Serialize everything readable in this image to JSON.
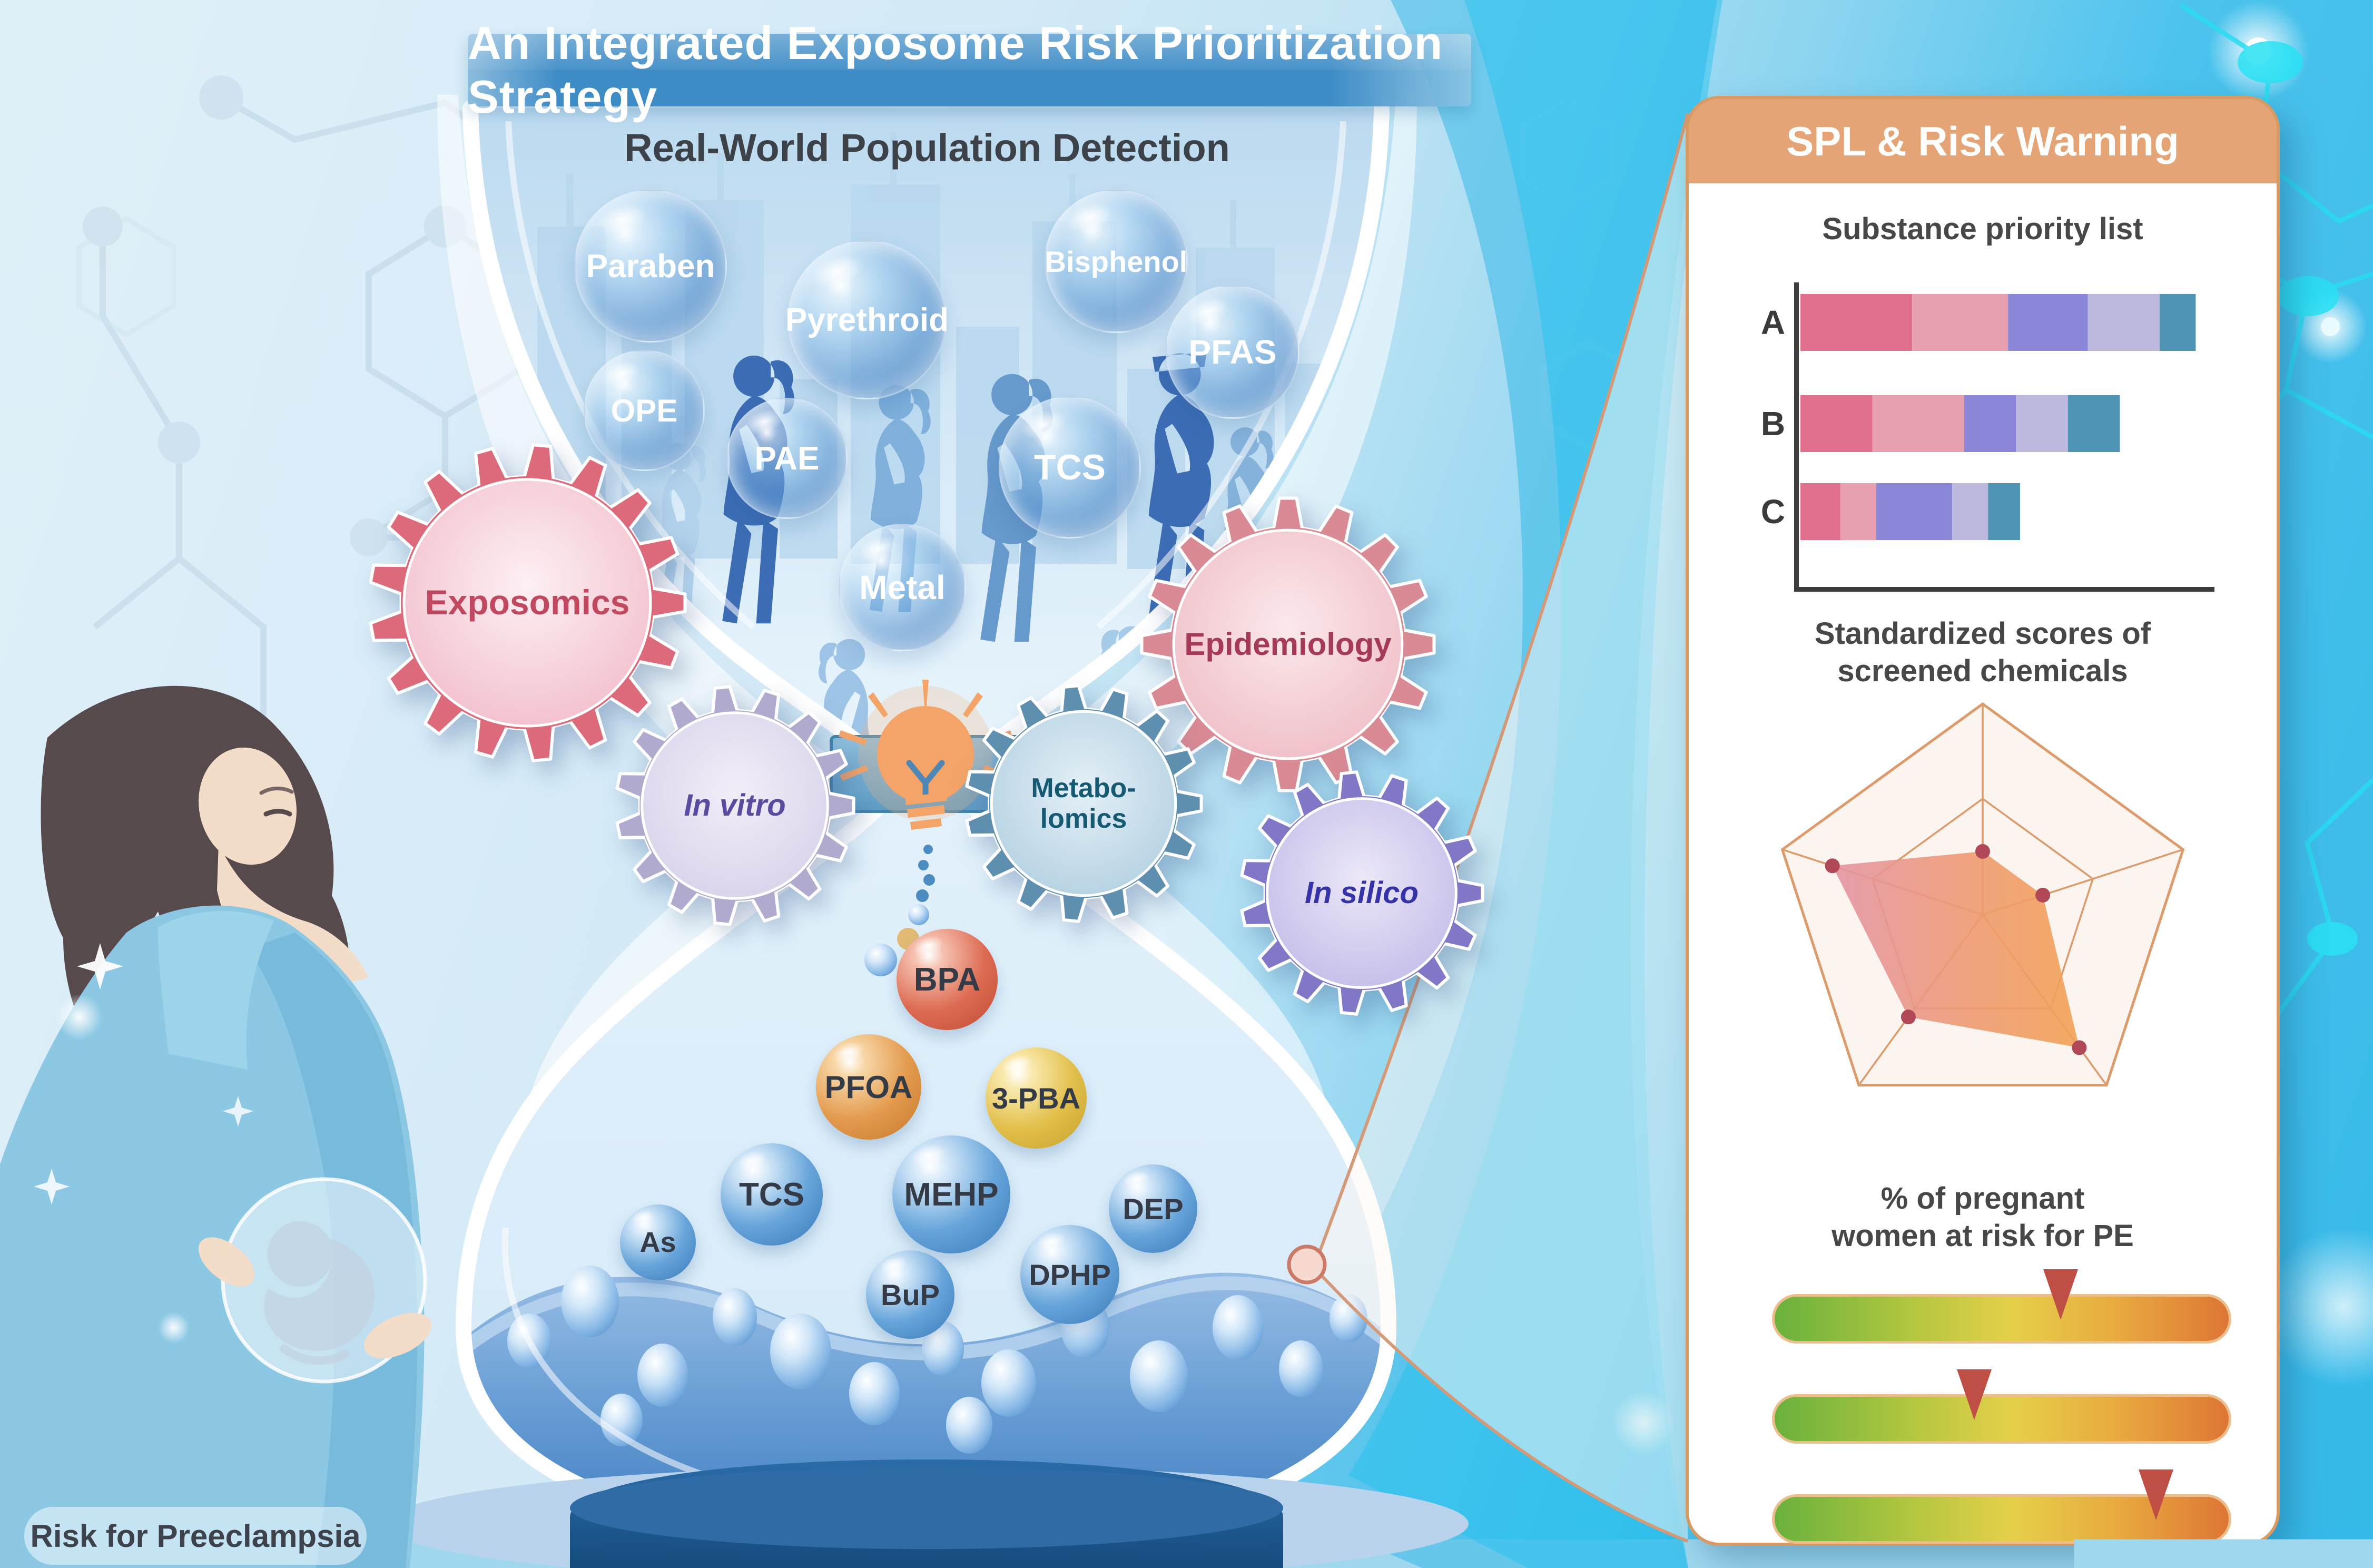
{
  "title_banner": "An Integrated Exposome Risk Prioritization Strategy",
  "hourglass": {
    "top_heading": "Real-World Population Detection",
    "exposure_bubbles": [
      "Paraben",
      "Pyrethroid",
      "Bisphenol",
      "PFAS",
      "OPE",
      "PAE",
      "TCS",
      "Metal"
    ],
    "detected_chemicals": [
      "BPA",
      "PFOA",
      "3-PBA",
      "TCS",
      "As",
      "MEHP",
      "DEP",
      "DPHP",
      "BuP"
    ]
  },
  "gears": [
    {
      "label": "Exposomics"
    },
    {
      "label": "Epidemiology"
    },
    {
      "label": "In vitro",
      "italic": true
    },
    {
      "label": "Metabo-\nlomics"
    },
    {
      "label": "In silico",
      "italic": true
    }
  ],
  "bottom_label": "Risk for Preeclampsia",
  "panel": {
    "header": "SPL & Risk Warning"
  },
  "chart_data": [
    {
      "type": "bar",
      "title": "Substance priority list",
      "orientation": "horizontal",
      "stacked": true,
      "categories": [
        "A",
        "B",
        "C"
      ],
      "series": [
        {
          "name": "segment 1",
          "color": "#e06f8b",
          "values": [
            0.28,
            0.18,
            0.1
          ]
        },
        {
          "name": "segment 2",
          "color": "#e89fae",
          "values": [
            0.24,
            0.23,
            0.09
          ]
        },
        {
          "name": "segment 3",
          "color": "#8a86d8",
          "values": [
            0.2,
            0.13,
            0.19
          ]
        },
        {
          "name": "segment 4",
          "color": "#bcb8de",
          "values": [
            0.18,
            0.13,
            0.09
          ]
        },
        {
          "name": "segment 5",
          "color": "#4f93b5",
          "values": [
            0.09,
            0.13,
            0.08
          ]
        }
      ],
      "xlim": [
        0,
        1
      ],
      "tick_labels_hidden": true
    },
    {
      "type": "radar",
      "title": "Standardized scores of screened chemicals",
      "axes": [
        "",
        "",
        "",
        "",
        ""
      ],
      "values": [
        0.3,
        0.3,
        0.78,
        0.6,
        0.75
      ],
      "rings": [
        0.55,
        1.0
      ],
      "fill": "pink-to-orange",
      "dot_color": "#b04858",
      "grid_color": "#dd9a6a"
    },
    {
      "type": "gauge-bars",
      "title": "% of pregnant women at risk for PE",
      "gradient": [
        "#69b13d",
        "#e5d049",
        "#dd7635"
      ],
      "bars": [
        {
          "marker_pos": 0.63
        },
        {
          "marker_pos": 0.44
        },
        {
          "marker_pos": 0.84
        }
      ],
      "marker_color": "#bf4e45"
    }
  ],
  "colors": {
    "banner_blue": "#3e8cc6",
    "panel_header": "#e5a476",
    "panel_border": "#d89a62",
    "gear_pink": "#dd6a7a",
    "gear_rose": "#d98a94",
    "gear_lavender": "#b0abce",
    "gear_steel_blue": "#5f8fae",
    "gear_purple": "#8077c6",
    "water_blue": "#5b94d0",
    "bulb_orange": "#f4a469"
  }
}
